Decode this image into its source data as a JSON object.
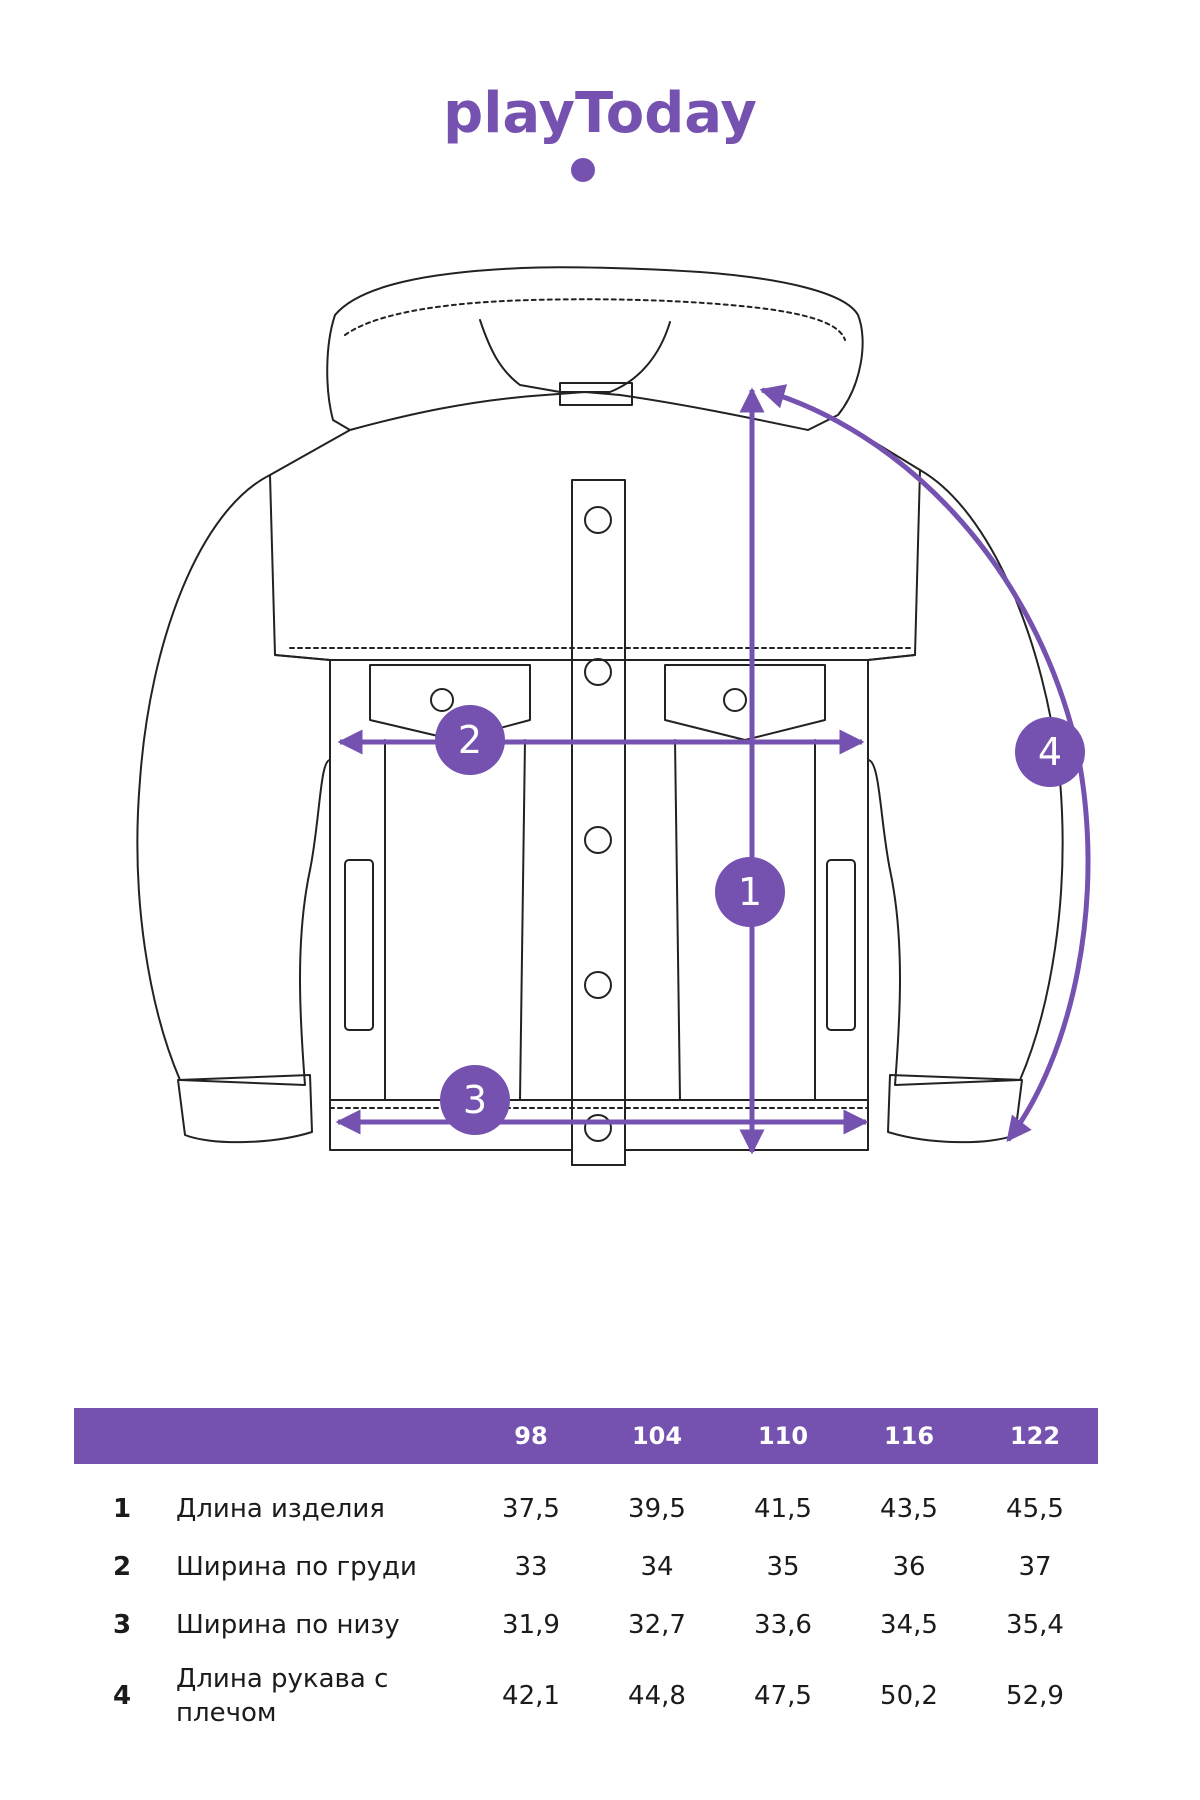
{
  "brand": {
    "logo_text": "playToday",
    "color": "#7552b0"
  },
  "diagram": {
    "markers": [
      "1",
      "2",
      "3",
      "4"
    ]
  },
  "size_table": {
    "sizes": [
      "98",
      "104",
      "110",
      "116",
      "122"
    ],
    "rows": [
      {
        "num": "1",
        "label": "Длина изделия",
        "values": [
          "37,5",
          "39,5",
          "41,5",
          "43,5",
          "45,5"
        ]
      },
      {
        "num": "2",
        "label": "Ширина по груди",
        "values": [
          "33",
          "34",
          "35",
          "36",
          "37"
        ]
      },
      {
        "num": "3",
        "label": "Ширина по низу",
        "values": [
          "31,9",
          "32,7",
          "33,6",
          "34,5",
          "35,4"
        ]
      },
      {
        "num": "4",
        "label": "Длина рукава с плечом",
        "values": [
          "42,1",
          "44,8",
          "47,5",
          "50,2",
          "52,9"
        ]
      }
    ]
  }
}
